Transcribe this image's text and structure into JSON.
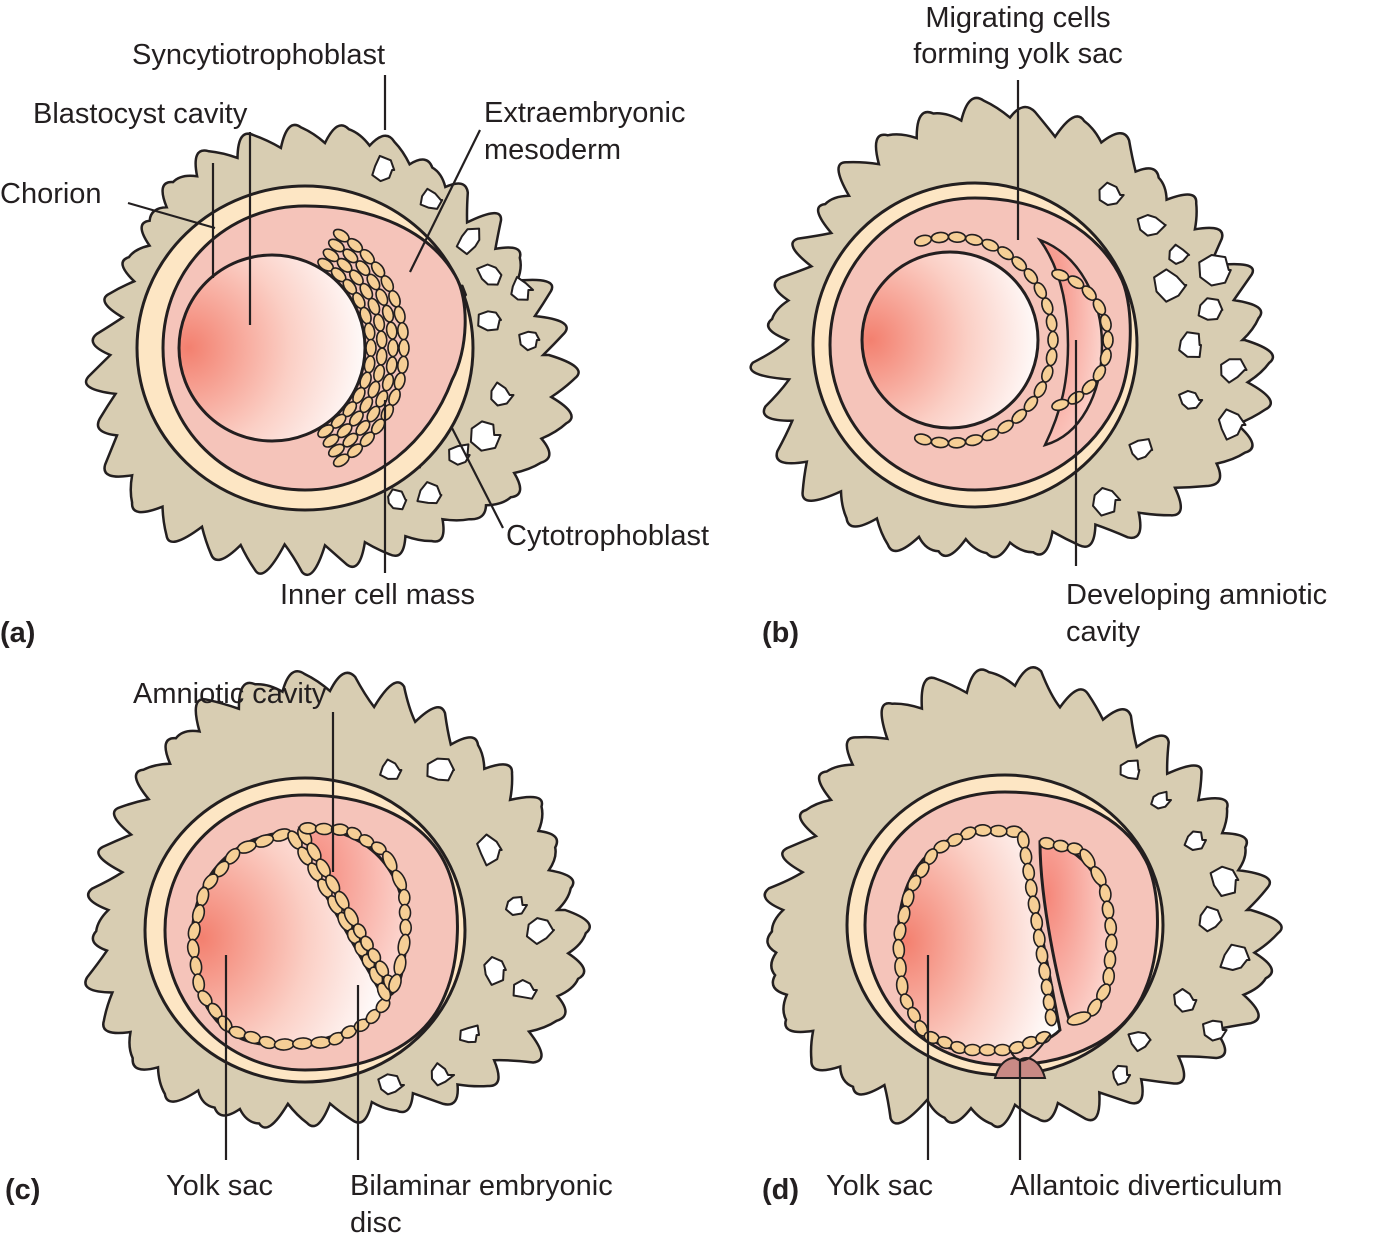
{
  "panels": {
    "a": {
      "tag": "(a)",
      "syncytiotrophoblast": "Syncytiotrophoblast",
      "blastocyst_cavity": "Blastocyst cavity",
      "chorion": "Chorion",
      "extraembryonic_mesoderm_line1": "Extraembryonic",
      "extraembryonic_mesoderm_line2": "mesoderm",
      "cytotrophoblast": "Cytotrophoblast",
      "inner_cell_mass": "Inner cell mass"
    },
    "b": {
      "tag": "(b)",
      "migrating_cells_line1": "Migrating cells",
      "migrating_cells_line2": "forming yolk sac",
      "developing_amniotic_line1": "Developing amniotic",
      "developing_amniotic_line2": "cavity"
    },
    "c": {
      "tag": "(c)",
      "amniotic_cavity": "Amniotic cavity",
      "yolk_sac": "Yolk sac",
      "bilaminar_line1": "Bilaminar embryonic",
      "bilaminar_line2": "disc"
    },
    "d": {
      "tag": "(d)",
      "yolk_sac": "Yolk sac",
      "allantoic_diverticulum": "Allantoic diverticulum"
    }
  },
  "colors": {
    "trophoblast": "#d8cdb2",
    "chorion_band": "#fde6c4",
    "mesoderm": "#f5c4ba",
    "cavity_deep": "#f3806f",
    "cell": "#f6cf96",
    "outline": "#231f20"
  }
}
